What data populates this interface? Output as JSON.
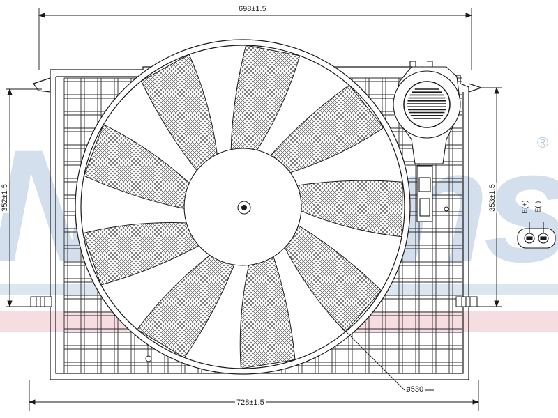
{
  "dimensions": {
    "width_top": "698±1.5",
    "width_bottom": "728±1.5",
    "height_left": "352±1.5",
    "height_right": "353±1.5",
    "fan_diameter": "ø530"
  },
  "connector": {
    "pin_positive": "E(+)",
    "pin_negative": "E(-)"
  },
  "watermark": {
    "text": "Nissens",
    "registered_mark": "®",
    "color_blue": "#b9cde2",
    "color_red": "#f2c9cf"
  },
  "colors": {
    "line": "#1a1a1a",
    "hatch": "#555555"
  }
}
